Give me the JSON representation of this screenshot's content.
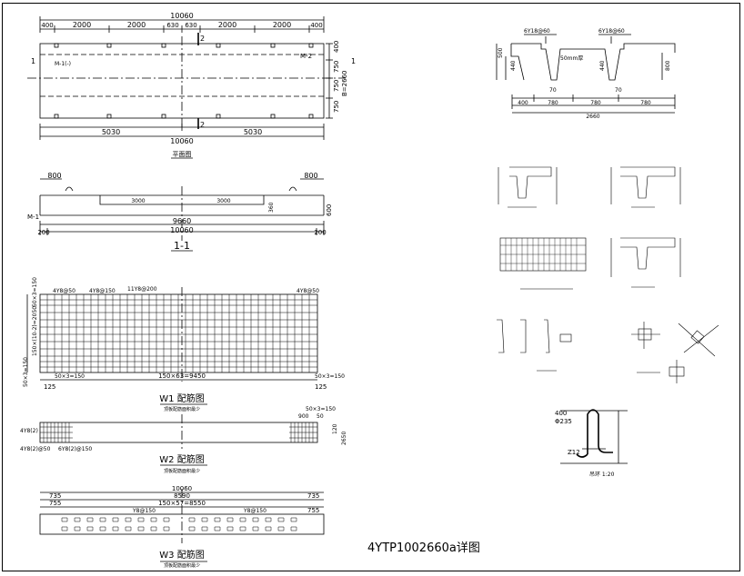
{
  "title": "4YTP1002660a详图",
  "plan": {
    "overall_top": "10060",
    "segments_top": [
      "400",
      "2000",
      "2000",
      "630",
      "630",
      "2000",
      "2000",
      "400"
    ],
    "section_marks": [
      "1",
      "2",
      "M-2",
      "M-1(-)"
    ],
    "right_dims": [
      "400",
      "750",
      "750",
      "750",
      "B=2660"
    ],
    "bottom_dims": [
      "5030",
      "5030"
    ],
    "overall_bottom": "10060",
    "caption": "平面图"
  },
  "section11": {
    "top_dims": [
      "800",
      "800"
    ],
    "mid_dims": [
      "3000",
      "3000"
    ],
    "labels": [
      "M-1",
      "360",
      "600"
    ],
    "bottom_dims": [
      "200",
      "9660",
      "10060",
      "200"
    ],
    "caption": "1-1"
  },
  "w1": {
    "labels": [
      "4Y8@50",
      "4Y8@150",
      "11Y8@200",
      "4Y8@50",
      "50×3=150",
      "150×(10-2)=2050",
      "50×3=150",
      "50×3=150",
      "150×63=9450",
      "50×3=150",
      "125",
      "125"
    ],
    "caption": "W1 配筋图",
    "sub": "顶板配筋面积最少"
  },
  "w2": {
    "labels": [
      "4Y8(2)",
      "4Y8(2)@50",
      "6Y8(2)@150",
      "50×3=150",
      "900",
      "50",
      "120",
      "2650"
    ],
    "caption": "W2 配筋图",
    "sub": "顶板配筋面积最少"
  },
  "w3": {
    "labels": [
      "10060",
      "735",
      "8590",
      "735",
      "755",
      "150×57=8550",
      "755",
      "Y8@150",
      "Y8@150"
    ],
    "caption": "W3 配筋图",
    "sub": "顶板配筋面积最少"
  },
  "cross": {
    "labels": [
      "6Y18@60",
      "6Y18@60",
      "50mm厚",
      "500",
      "440",
      "440",
      "800",
      "70",
      "70",
      "400",
      "780",
      "780",
      "780",
      "2660"
    ]
  },
  "lifting": {
    "labels": [
      "400",
      "Φ235",
      "Z12",
      "吊环 1:20"
    ]
  }
}
